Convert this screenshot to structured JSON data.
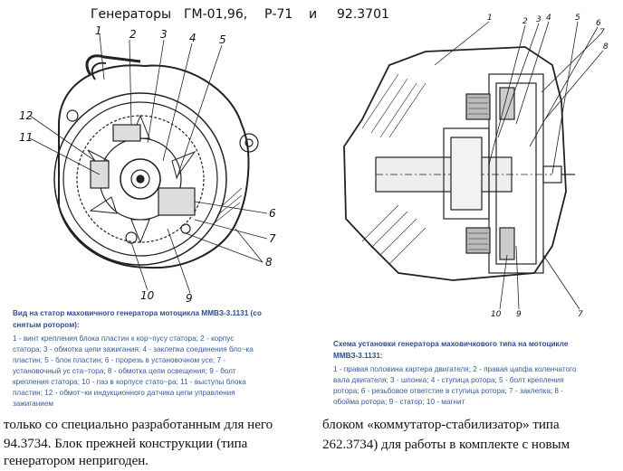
{
  "title": {
    "part1": "Генераторы",
    "part2": "ГМ-01,96,",
    "part3": "Р-71",
    "part4": "и",
    "part5": "92.3701"
  },
  "left_figure": {
    "labels": [
      "1",
      "2",
      "3",
      "4",
      "5",
      "12",
      "11",
      "6",
      "7",
      "8",
      "10",
      "9"
    ],
    "caption_title": "Вид на статор маховичного генератора мотоцикла ММВЗ-3.1131 (со снятым ротором):",
    "caption_lines": [
      "1 - винт крепления блока пластин к кор~пусу статора; 2 - корпус",
      "статора; 3 - обмотка цепи зажигания; 4 - заклепка соединения бло~ка",
      "пластин; 5 - блок пластин; 6 - прорезь в установочном усе; 7 -",
      "установочный ус ста~тора; 8 - обмотка цепи освещения; 9 - болт",
      "крепления статора; 10 - паз в корпусе стато~ра; 11 - выступы блока",
      "пластин; 12 - обмот~ки индукционного датчика цепи управления",
      "зажиганием"
    ]
  },
  "right_figure": {
    "labels": [
      "1",
      "2",
      "3",
      "4",
      "5",
      "6",
      "7",
      "8",
      "10",
      "9",
      "7"
    ],
    "caption_title": "Схема установки генератора маховичкового типа на мотоцикле ММВЗ-3.1131:",
    "caption_lines": [
      "1 - правая половина картера двигателя; 2 - правая цапфа коленчатого",
      "вала двигателя; 3 - шпонка; 4 - ступица ротора; 5 - болт крепления",
      "ротора; 6 - резьбовое ответстие в ступица ротора; 7 - заклепка; 8 -",
      "обойма ротора; 9 - статор; 10 - магнит"
    ]
  },
  "bottom_text": {
    "line1_left": "только со специально разработанным для него",
    "line1_right": "блоком    «коммутатор-стабилизатор»    типа",
    "line2_left": "94.3734.  Блок прежней конструкции (типа",
    "line2_right": "262.3734) для работы в комплекте с новым",
    "line3_left": "генератором непригоден."
  }
}
